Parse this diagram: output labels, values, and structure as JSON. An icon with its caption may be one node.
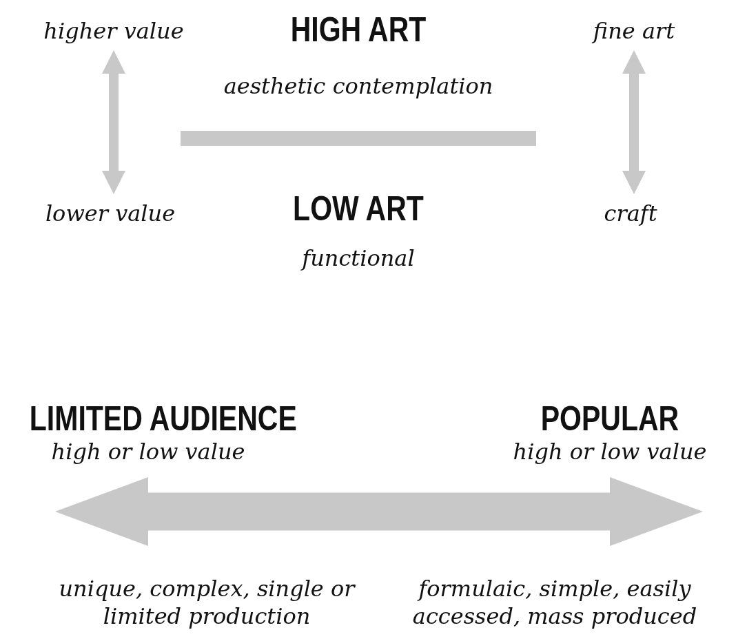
{
  "diagram": {
    "nodes": [
      {
        "text": [
          "higher value"
        ]
      },
      {
        "text": [
          "fine art"
        ]
      },
      {
        "text": [],
        "shape": "bar"
      },
      {
        "text": [
          "lower value"
        ]
      },
      {
        "text": [
          "craft"
        ]
      },
      {
        "text": [
          "LIMITED AUDIENCE",
          "high or low value"
        ]
      },
      {
        "text": [
          "POPULAR",
          "high or low value"
        ]
      }
    ],
    "edges": [
      {
        "from": 0,
        "to": 3,
        "arrow": "both"
      },
      {
        "from": 1,
        "to": 4,
        "arrow": "both"
      },
      {
        "from": 5,
        "to": 6,
        "arrow": "both",
        "style": "thick"
      }
    ],
    "labels": [
      "HIGH ART",
      "aesthetic contemplation",
      "LOW ART",
      "functional",
      "unique, complex, single or limited production",
      "formulaic, simple, easily accessed, mass produced"
    ]
  }
}
